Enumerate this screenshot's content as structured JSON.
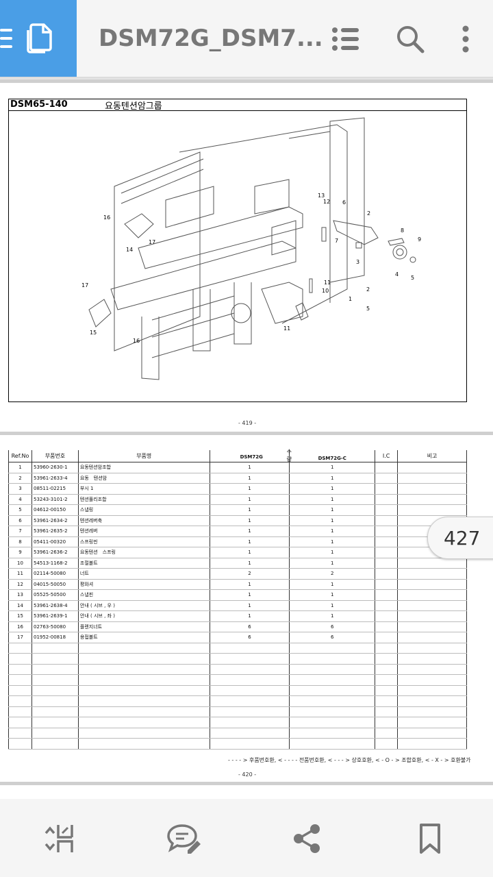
{
  "appbar": {
    "title": "DSM72G_DSM7...",
    "icons": [
      "menu-icon",
      "document-icon",
      "list-icon",
      "search-icon",
      "more-vert-icon"
    ]
  },
  "page1": {
    "code": "DSM65-140",
    "group_name": "요동텐션암그룹",
    "page_number": "- 419 -",
    "callouts": [
      "16",
      "17",
      "14",
      "17",
      "15",
      "16",
      "13",
      "12",
      "6",
      "2",
      "8",
      "7",
      "9",
      "3",
      "4",
      "5",
      "11",
      "10",
      "11",
      "1",
      "2",
      "5"
    ]
  },
  "page2": {
    "headers": {
      "ref": "Ref.No",
      "part_no": "부품번호",
      "part_name": "부품명",
      "qty": "수량",
      "model1": "DSM72G",
      "model2": "DSM72G-C",
      "ic": "I.C",
      "note": "비고"
    },
    "rows": [
      {
        "ref": "1",
        "part_no": "53960-2630-1",
        "name": "요동텐션암조합",
        "q1": "1",
        "q2": "1"
      },
      {
        "ref": "2",
        "part_no": "53961-2633-4",
        "name": "요동　텐션암",
        "q1": "1",
        "q2": "1"
      },
      {
        "ref": "3",
        "part_no": "08511-02215",
        "name": "부시 1",
        "q1": "1",
        "q2": "1"
      },
      {
        "ref": "4",
        "part_no": "53243-3101-2",
        "name": "텐션풀리조합",
        "q1": "1",
        "q2": "1"
      },
      {
        "ref": "5",
        "part_no": "04612-00150",
        "name": "스냅링",
        "q1": "1",
        "q2": "1"
      },
      {
        "ref": "6",
        "part_no": "53961-2634-2",
        "name": "텐션레버축",
        "q1": "1",
        "q2": "1"
      },
      {
        "ref": "7",
        "part_no": "53961-2635-2",
        "name": "텐션레버",
        "q1": "1",
        "q2": "1"
      },
      {
        "ref": "8",
        "part_no": "05411-00320",
        "name": "스프링핀",
        "q1": "1",
        "q2": "1"
      },
      {
        "ref": "9",
        "part_no": "53961-2636-2",
        "name": "요동텐션　스프링",
        "q1": "1",
        "q2": "1"
      },
      {
        "ref": "10",
        "part_no": "54513-1168-2",
        "name": "조절볼트",
        "q1": "1",
        "q2": "1"
      },
      {
        "ref": "11",
        "part_no": "02114-50080",
        "name": "너트",
        "q1": "2",
        "q2": "2"
      },
      {
        "ref": "12",
        "part_no": "04015-50050",
        "name": "평와셔",
        "q1": "1",
        "q2": "1"
      },
      {
        "ref": "13",
        "part_no": "05525-50500",
        "name": "스냅핀",
        "q1": "1",
        "q2": "1"
      },
      {
        "ref": "14",
        "part_no": "53961-2638-4",
        "name": "안내 ( 시브 , 우 )",
        "q1": "1",
        "q2": "1"
      },
      {
        "ref": "15",
        "part_no": "53961-2639-1",
        "name": "안내 ( 시브 , 좌 )",
        "q1": "1",
        "q2": "1"
      },
      {
        "ref": "16",
        "part_no": "02763-50080",
        "name": "플렌지너트",
        "q1": "6",
        "q2": "6"
      },
      {
        "ref": "17",
        "part_no": "01952-00818",
        "name": "용접볼트",
        "q1": "6",
        "q2": "6"
      }
    ],
    "legend": "- - - - > 후품번호환,  < - - - -  전품번호환,  < - - - > 상호호환,  < - O - > 조합호환,  < - X - > 호환불가",
    "page_number": "- 420 -"
  },
  "page_badge": "427",
  "bottombar": {
    "icons": [
      "fit-page-icon",
      "comment-edit-icon",
      "share-icon",
      "bookmark-icon"
    ]
  }
}
